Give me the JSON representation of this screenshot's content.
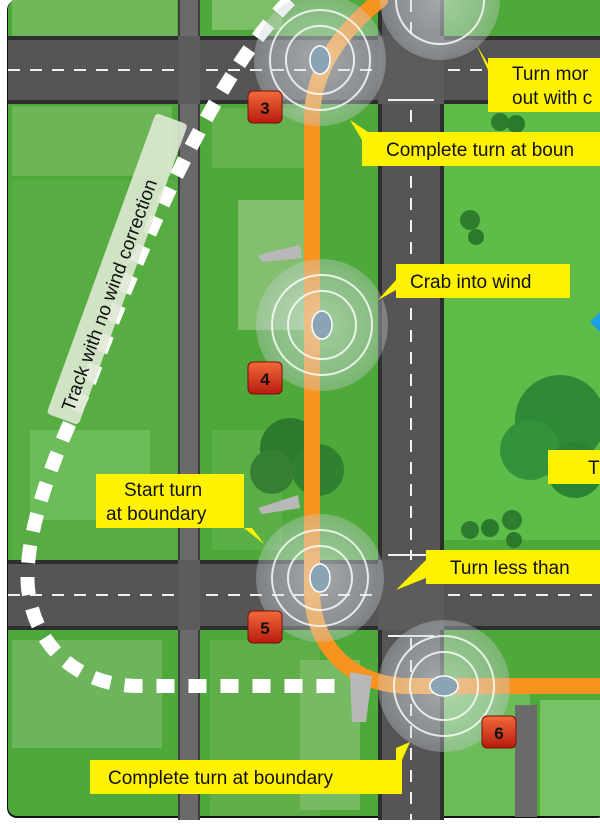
{
  "diagram": {
    "track_label": "Track with no wind correction",
    "steps": [
      {
        "number": "3"
      },
      {
        "number": "4"
      },
      {
        "number": "5"
      },
      {
        "number": "6"
      }
    ],
    "callouts": {
      "turn_more_line1": "Turn mor",
      "turn_more_line2": "out with c",
      "complete_turn_top": "Complete turn at boun",
      "crab_into_wind": "Crab into wind",
      "right_partial": "T",
      "start_turn_line1": "Start turn",
      "start_turn_line2": "at boundary",
      "turn_less_than": "Turn less than",
      "complete_turn_bottom": "Complete turn at boundary"
    },
    "colors": {
      "grass": "#4fa83a",
      "road": "#5a5a5a",
      "ground_track": "#f7931e",
      "callout": "#fff200",
      "marker": "#e8341c"
    }
  }
}
